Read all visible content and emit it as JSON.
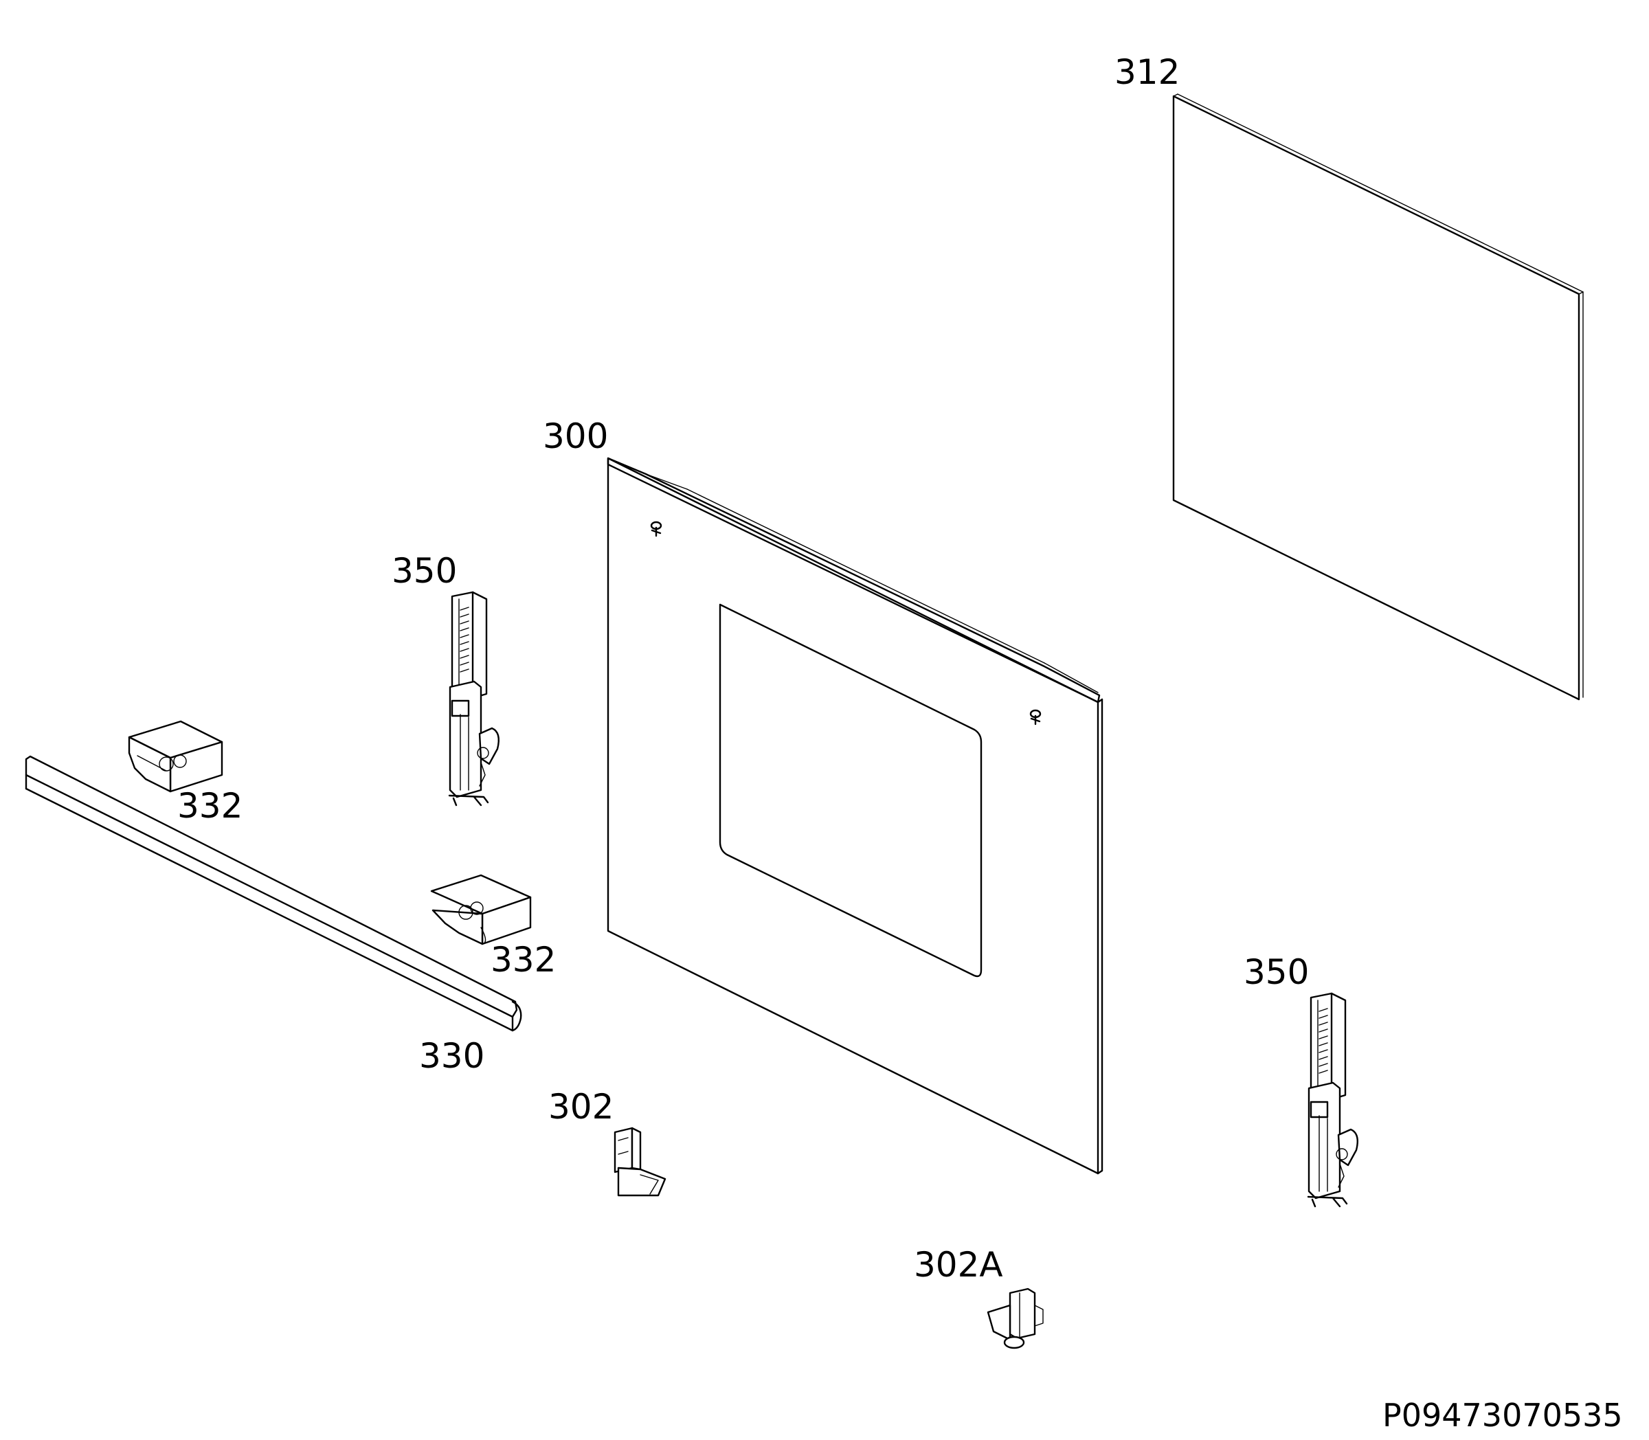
{
  "labels": {
    "p312": "312",
    "p300": "300",
    "p350_left": "350",
    "p332_upper": "332",
    "p332_lower": "332",
    "p330": "330",
    "p302": "302",
    "p350_right": "350",
    "p302a": "302A"
  },
  "drawing_code": "P09473070535",
  "colors": {
    "line": "#000000",
    "background": "#ffffff"
  }
}
